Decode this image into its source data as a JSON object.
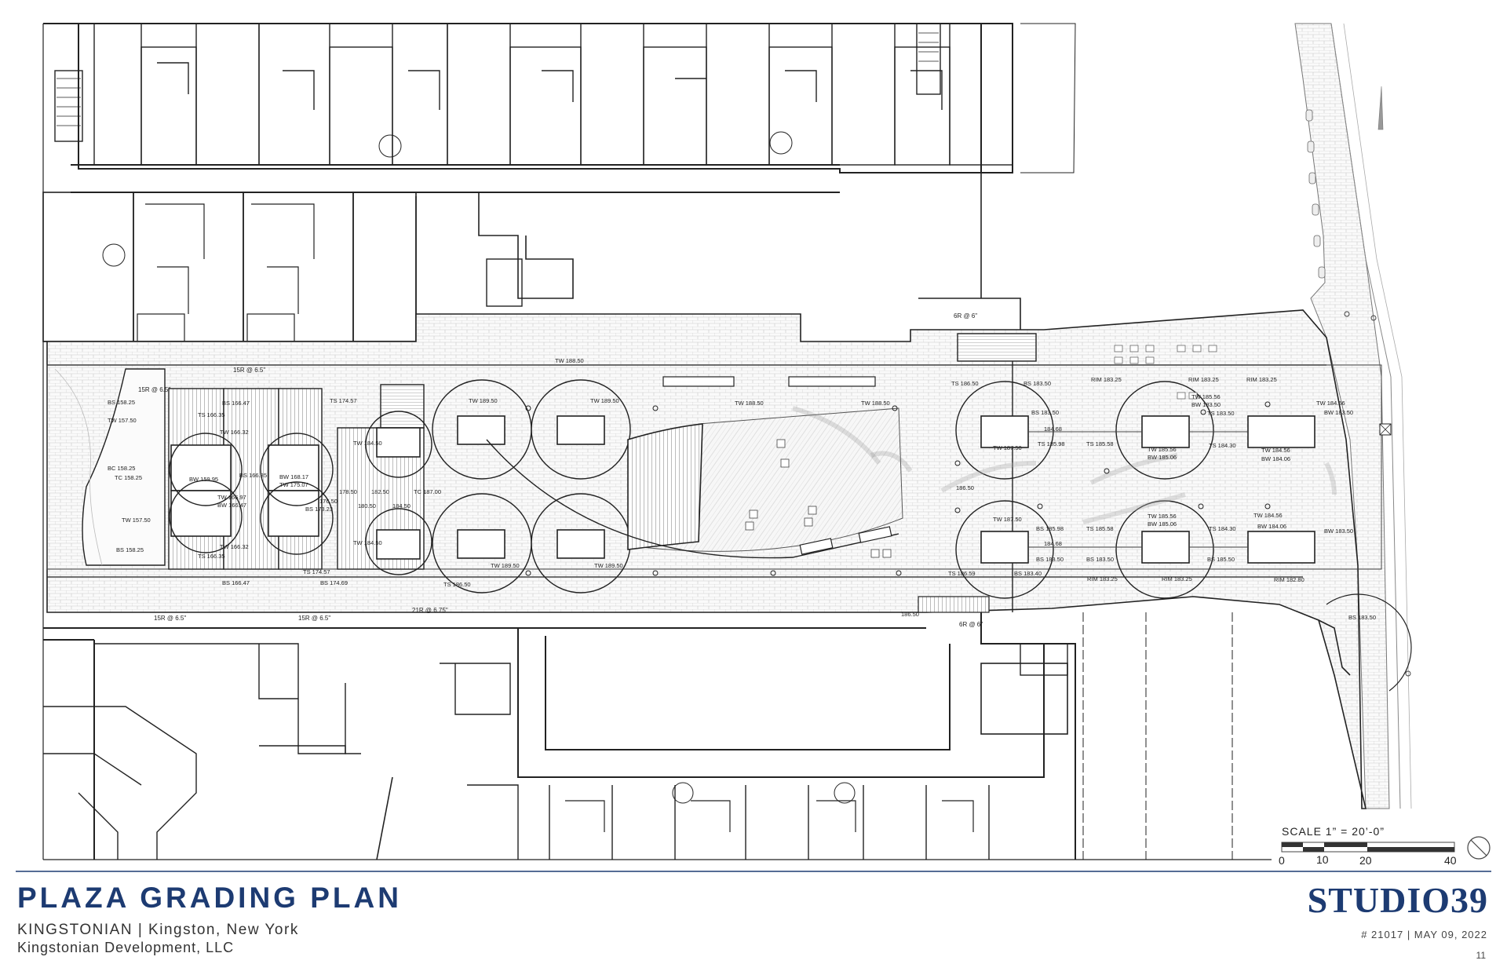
{
  "title_block": {
    "title": "PLAZA GRADING PLAN",
    "subtitle": "KINGSTONIAN | Kingston, New York",
    "client": "Kingstonian Development, LLC",
    "firm": "STUDIO39",
    "project": "# 21017 | MAY 09, 2022",
    "sheet": "11"
  },
  "scale_bar": {
    "label": "SCALE  1” = 20’-0”",
    "ticks": [
      "0",
      "10",
      "20",
      "40"
    ]
  },
  "stair_notes": {
    "s1": "15R @ 6.5\"",
    "s2": "15R @ 6.5\"",
    "s3": "15R @ 6.5\"",
    "s4": "15R @ 6.5\"",
    "s5": "21R @ 6.75\"",
    "s6": "6R @ 6\"",
    "s7": "6R @ 6\""
  },
  "spot_grades": {
    "bs15825a": "BS 158.25",
    "tw15750a": "TW 157.50",
    "bc15825": "BC 158.25",
    "tc15825": "TC 158.25",
    "tw15750b": "TW 157.50",
    "bs15825b": "BS 158.25",
    "bs16647a": "BS 166.47",
    "ts16635a": "TS 166.35",
    "tw16632a": "TW 166.32",
    "bw15995": "BW 159.95",
    "tw16697": "TW 166.97",
    "bw16647": "BW 166.47",
    "tw16632b": "TW 166.32",
    "ts16635b": "TS 166.35",
    "bs16647b": "BS 166.47",
    "bw16817": "BW 168.17",
    "tw17507": "TW 175.07",
    "bs16685": "BS 166.85",
    "ts17457a": "TS 174.57",
    "ts17457b": "TS 174.57",
    "bs17469": "BS 174.69",
    "v17650": "176.50",
    "bs17323": "BS 173.23",
    "tw18450a": "TW 184.50",
    "tw18450b": "TW 184.50",
    "v17850": "178.50",
    "v18250": "182.50",
    "v18050": "180.50",
    "v18450": "184.50",
    "tc18700": "TC 187.00",
    "ts18650a": "TS 186.50",
    "tw18850a": "TW 188.50",
    "tw18950a": "TW 189.50",
    "tw18950b": "TW 189.50",
    "tw18950c": "TW 189.50",
    "tw18950d": "TW 189.50",
    "tw18850b": "TW 188.50",
    "tw18850c": "TW 188.50",
    "v18650a": "186.50",
    "v18650b": "186.50",
    "ts18650b": "TS 186.50",
    "bs18350a": "BS 183.50",
    "bs18350b": "BS 183.50",
    "v18468a": "184.68",
    "tw18750a": "TW 187.50",
    "ts18598": "TS 185.98",
    "ts18558a": "TS 185.58",
    "tw18750b": "TW 187.50",
    "bs18598": "BS 185.98",
    "v18468b": "184.68",
    "bs18350c": "BS 183.50",
    "ts18558b": "TS 185.58",
    "bs18350d": "BS 183.50",
    "ts18659": "TS 186.59",
    "bs18340": "BS 183.40",
    "rim18325a": "RIM 183.25",
    "rim18325b": "RIM 183.25",
    "rim18325c": "RIM 183.25",
    "tw18556a": "TW 185.56",
    "bw18350": "BW 183.50",
    "ts18350": "TS 183.50",
    "tw18556b": "TW 185.56",
    "bw18506a": "BW 185.06",
    "ts18430a": "TS 184.30",
    "tw18556c": "TW 185.56",
    "bw18506b": "BW 185.06",
    "ts18430b": "TS 184.30",
    "bs18550": "BS 185.50",
    "rim18325d": "RIM 183.25",
    "rim18325e": "RIM 183.25",
    "tw18456a": "TW 184.56",
    "bw18350b": "BW 183.50",
    "tw18456b": "TW 184.56",
    "bw18406a": "BW 184.06",
    "tw18456c": "TW 184.56",
    "bw18406b": "BW 184.06",
    "bw18350c": "BW 183.50",
    "rim18280": "RIM 182.80",
    "bs18350e": "BS 183.50"
  }
}
